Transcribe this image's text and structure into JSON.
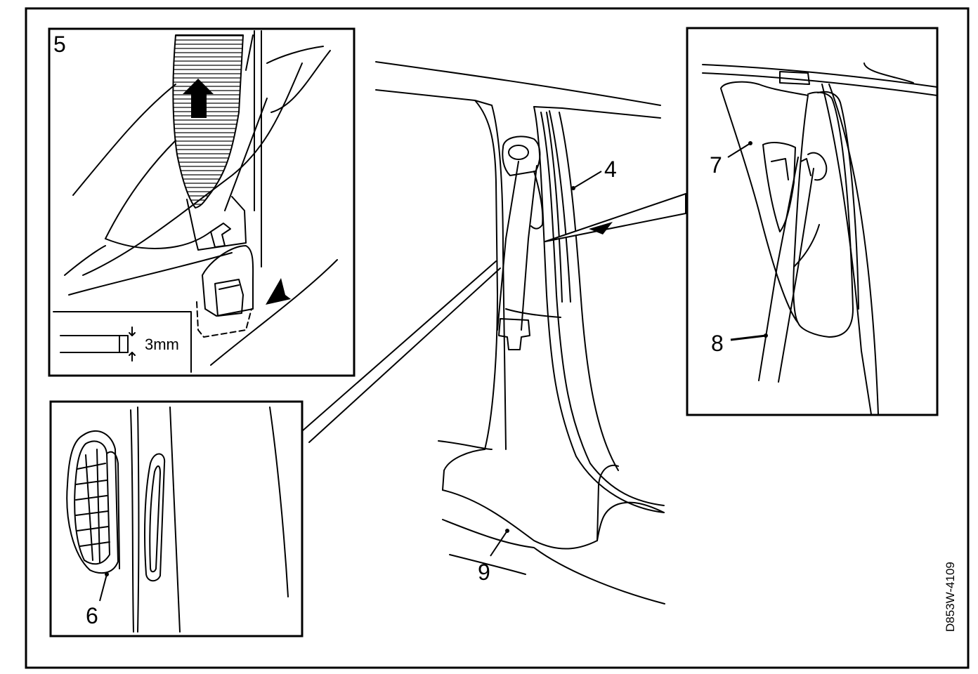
{
  "callouts": {
    "c4": "4",
    "c5": "5",
    "c6": "6",
    "c7": "7",
    "c8": "8",
    "c9": "9"
  },
  "dimension": "3mm",
  "figure_code": "D853W-4109"
}
